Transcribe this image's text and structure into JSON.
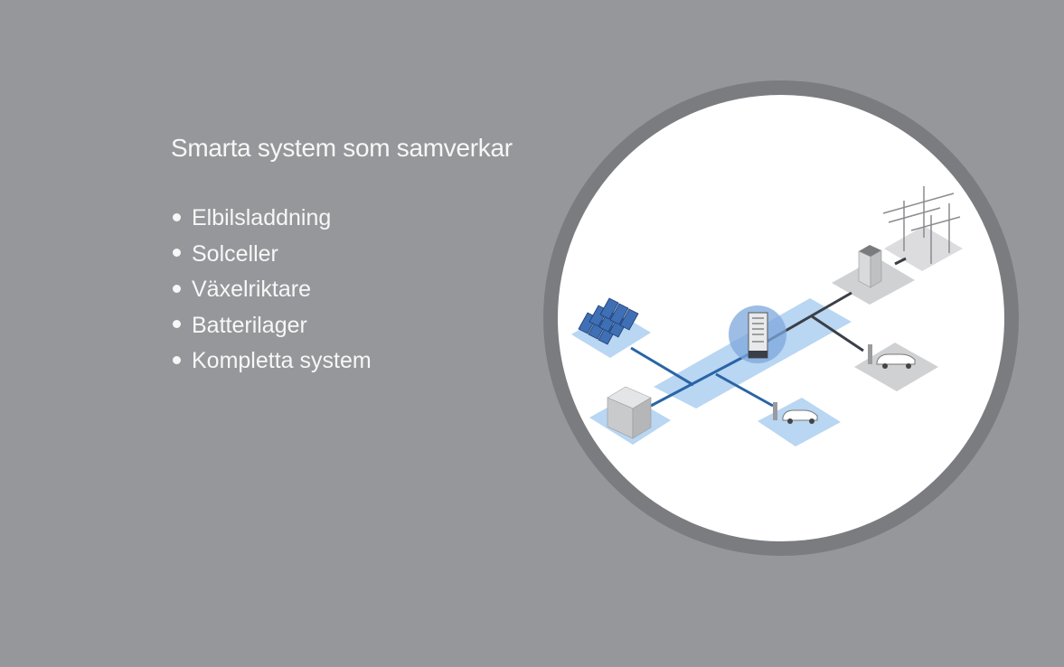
{
  "slide": {
    "title": "Smarta system som samverkar",
    "bullets": [
      "Elbilsladdning",
      "Solceller",
      "Växelriktare",
      "Batterilager",
      "Kompletta system"
    ]
  },
  "colors": {
    "background": "#96979b",
    "ring": "#7b7c80",
    "accent_blue": "#2a64a6",
    "tile_blue": "#b9d6f2",
    "tile_grey": "#d0d1d3"
  },
  "illustration": {
    "icons": [
      "solar-panel-icon",
      "battery-storage-icon",
      "inverter-icon",
      "ev-charger-icon",
      "transformer-icon",
      "power-pylon-icon"
    ]
  }
}
